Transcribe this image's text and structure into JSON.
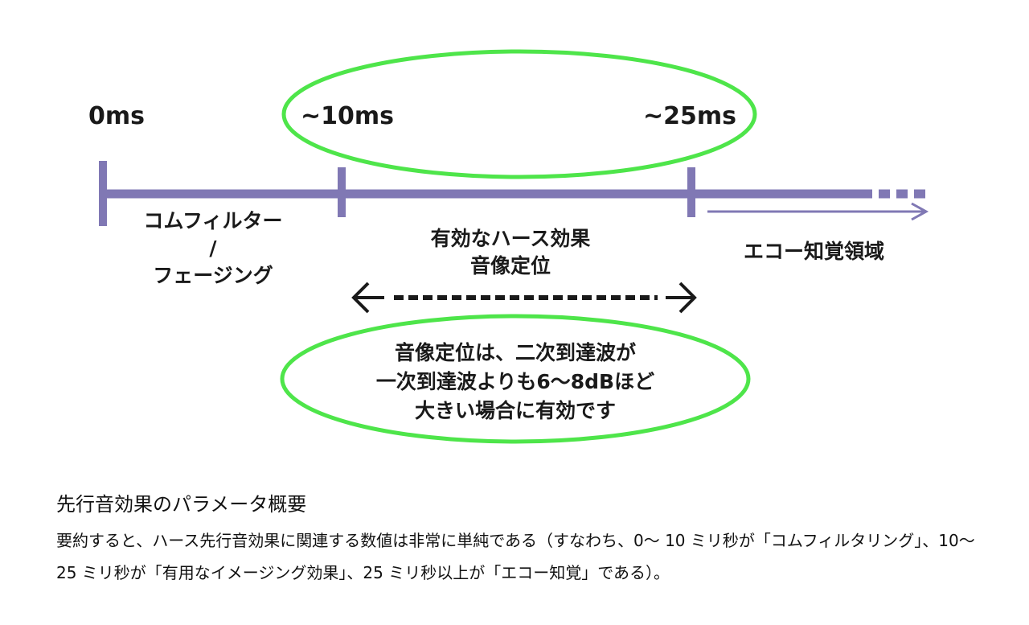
{
  "diagram": {
    "ticks": [
      "0ms",
      "~10ms",
      "~25ms"
    ],
    "zones": {
      "comb": [
        "コムフィルター",
        "/",
        "フェージング"
      ],
      "haas": [
        "有効なハース効果",
        "音像定位"
      ],
      "echo": "エコー知覚領域"
    },
    "note": [
      "音像定位は、二次到達波が",
      "一次到達波よりも6〜8dBほど",
      "大きい場合に有効です"
    ],
    "colors": {
      "timeline": "#8078b4",
      "highlight": "#4ee54a",
      "text": "#1a1a1a"
    }
  },
  "caption": {
    "title": "先行音効果のパラメータ概要",
    "body": "要約すると、ハース先行音効果に関連する数値は非常に単純である（すなわち、0〜 10 ミリ秒が「コムフィルタリング」、10〜 25 ミリ秒が「有用なイメージング効果」、25 ミリ秒以上が「エコー知覚」である）。"
  }
}
